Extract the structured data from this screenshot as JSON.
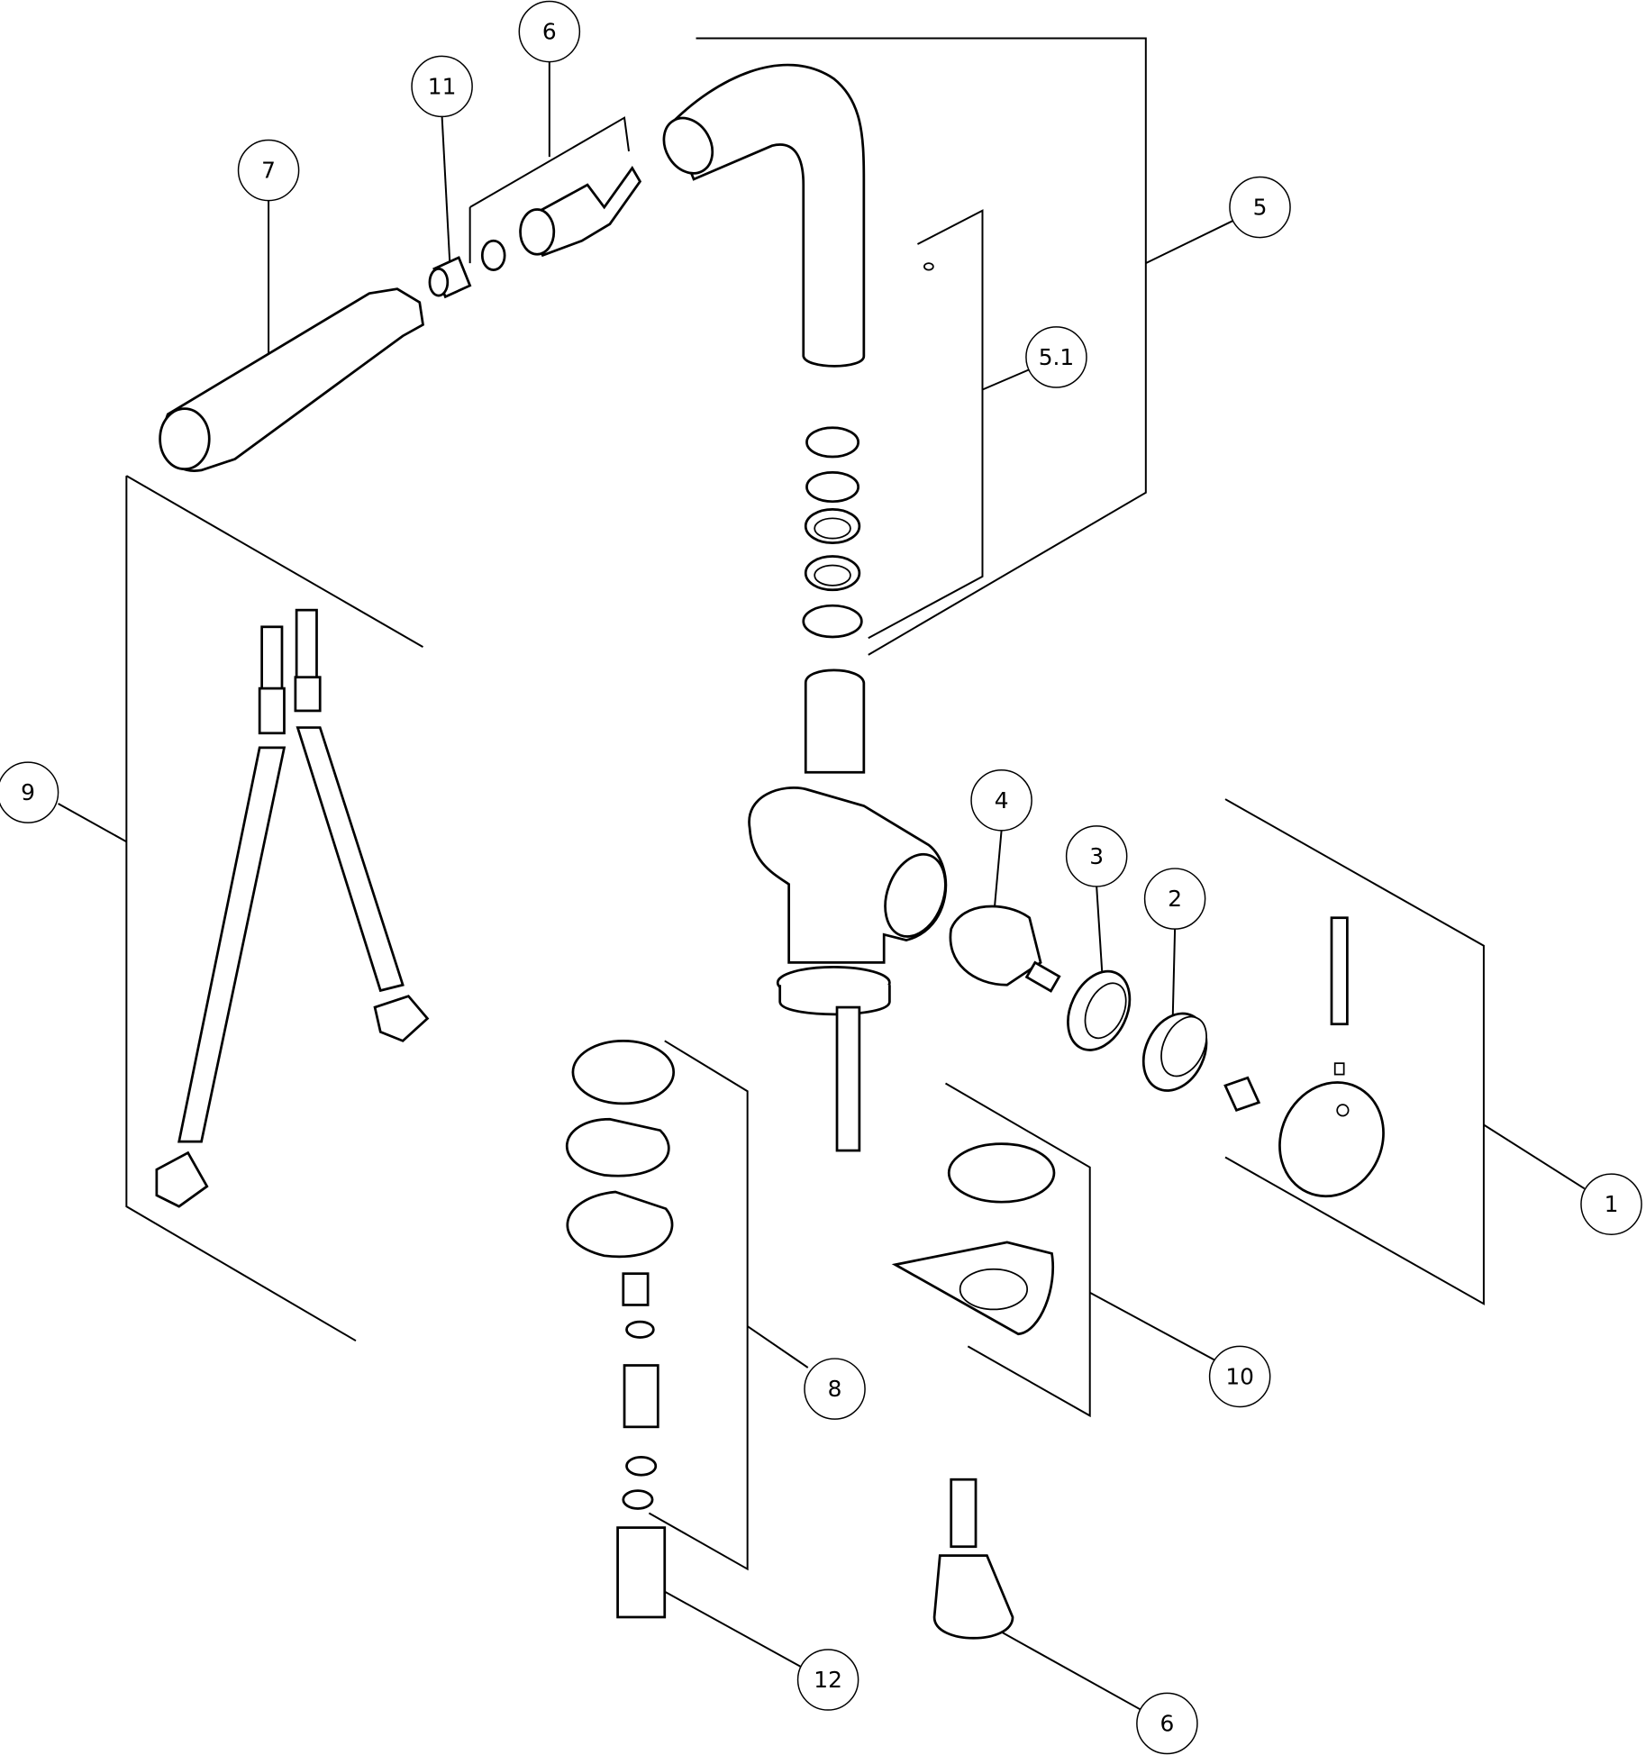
{
  "diagram": {
    "title": "Faucet exploded parts view",
    "callouts": [
      {
        "id": "c6a",
        "label": "6"
      },
      {
        "id": "c11",
        "label": "11"
      },
      {
        "id": "c7",
        "label": "7"
      },
      {
        "id": "c5",
        "label": "5"
      },
      {
        "id": "c51",
        "label": "5.1"
      },
      {
        "id": "c9",
        "label": "9"
      },
      {
        "id": "c4",
        "label": "4"
      },
      {
        "id": "c3",
        "label": "3"
      },
      {
        "id": "c2",
        "label": "2"
      },
      {
        "id": "c1",
        "label": "1"
      },
      {
        "id": "c8",
        "label": "8"
      },
      {
        "id": "c10",
        "label": "10"
      },
      {
        "id": "c12",
        "label": "12"
      },
      {
        "id": "c6b",
        "label": "6"
      }
    ]
  }
}
